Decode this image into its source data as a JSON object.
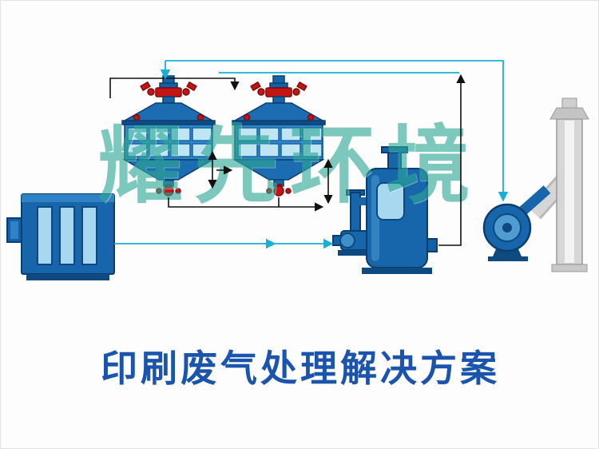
{
  "watermark": {
    "text": "耀先环境"
  },
  "title": {
    "text": "印刷废气处理解决方案"
  },
  "colors": {
    "equipment_dark": "#0b3e70",
    "equipment_blue": "#1766ab",
    "equipment_mid": "#2f82c6",
    "equipment_light": "#a8d8ef",
    "grid_cell": "#bfe4f2",
    "valve_red": "#c41414",
    "valve_red_dark": "#7d0b0b",
    "line_black": "#111111",
    "line_cyan": "#17b0d8",
    "watermark_teal": "#2fa897",
    "title_blue": "#1b54ad",
    "chimney_gray": "#d6d6d6",
    "chimney_edge": "#9a9a9a",
    "base_dark": "#0e4a80",
    "background": "#fdfdfd"
  },
  "equipment": [
    {
      "name": "dry-filter-box"
    },
    {
      "name": "adsorption-filter-1"
    },
    {
      "name": "adsorption-filter-2"
    },
    {
      "name": "scrubber-tank"
    },
    {
      "name": "circulation-pump"
    },
    {
      "name": "centrifugal-fan"
    },
    {
      "name": "exhaust-chimney"
    }
  ]
}
